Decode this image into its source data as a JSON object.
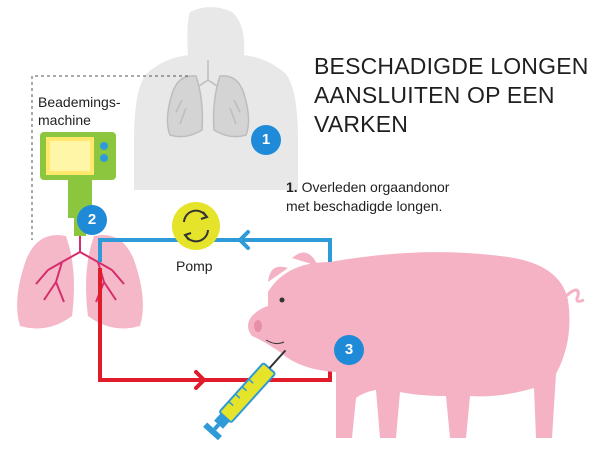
{
  "title": {
    "line1": "BESCHADIGDE LONGEN",
    "line2": "AANSLUITEN OP EEN",
    "line3": "VARKEN"
  },
  "caption": {
    "number": "1.",
    "line1": "Overleden orgaandonor",
    "line2": "met beschadigde longen."
  },
  "labels": {
    "machine_line1": "Beademings-",
    "machine_line2": "machine",
    "pump": "Pomp"
  },
  "badges": {
    "donor": "1",
    "machine": "2",
    "pig": "3"
  },
  "colors": {
    "donor_silhouette": "#eaeaea",
    "lungs": "#f4b8c9",
    "pig": "#f5b2c4",
    "machine": "#8cc63f",
    "pump": "#e5e32a",
    "badge": "#1f8ad8",
    "blue_line": "#2e9ad8",
    "red_line": "#e01b2a",
    "syringe": "#e5e32a"
  }
}
